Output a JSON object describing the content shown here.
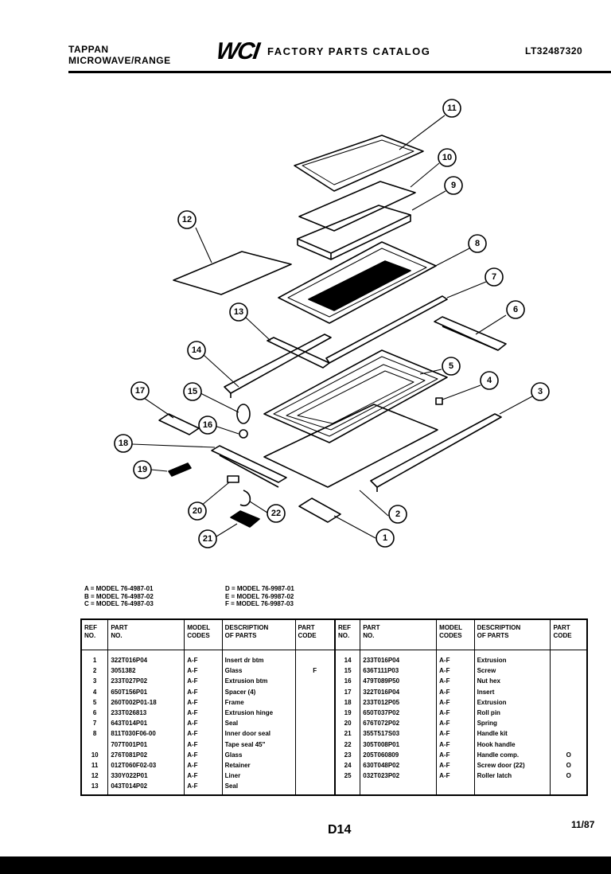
{
  "header": {
    "brand_line1": "TAPPAN",
    "brand_line2": "MICROWAVE/RANGE",
    "logo": "WCI",
    "title": "FACTORY PARTS CATALOG",
    "catalog_code": "LT32487320"
  },
  "callouts": [
    "1",
    "2",
    "3",
    "4",
    "5",
    "6",
    "7",
    "8",
    "9",
    "10",
    "11",
    "12",
    "13",
    "14",
    "15",
    "16",
    "17",
    "18",
    "19",
    "20",
    "21",
    "22"
  ],
  "models": {
    "left": [
      "A = MODEL 76-4987-01",
      "B = MODEL 76-4987-02",
      "C = MODEL 76-4987-03"
    ],
    "right": [
      "D = MODEL 76-9987-01",
      "E = MODEL 76-9987-02",
      "F = MODEL 76-9987-03"
    ]
  },
  "table": {
    "headers": {
      "ref": [
        "REF",
        "NO."
      ],
      "part": [
        "PART",
        "NO."
      ],
      "model": [
        "MODEL",
        "CODES"
      ],
      "desc": [
        "DESCRIPTION",
        "OF PARTS"
      ],
      "code": [
        "PART",
        "CODE"
      ]
    },
    "left": {
      "ref": [
        "1",
        "2",
        "3",
        "4",
        "5",
        "6",
        "7",
        "8",
        "",
        "10",
        "11",
        "12",
        "13"
      ],
      "part": [
        "322T016P04",
        "3051382",
        "233T027P02",
        "650T156P01",
        "260T002P01-18",
        "233T026813",
        "643T014P01",
        "811T030F06-00",
        "707T001P01",
        "276T081P02",
        "012T060F02-03",
        "330Y022P01",
        "043T014P02"
      ],
      "model": [
        "A-F",
        "A-F",
        "A-F",
        "A-F",
        "A-F",
        "A-F",
        "A-F",
        "A-F",
        "A-F",
        "A-F",
        "A-F",
        "A-F",
        "A-F"
      ],
      "desc": [
        "Insert dr btm",
        "Glass",
        "Extrusion btm",
        "Spacer (4)",
        "Frame",
        "Extrusion hinge",
        "Seal",
        "Inner door seal",
        "Tape seal 45\"",
        "Glass",
        "Retainer",
        "Liner",
        "Seal"
      ],
      "code": [
        "",
        "F",
        "",
        "",
        "",
        "",
        "",
        "",
        "",
        "",
        "",
        "",
        ""
      ]
    },
    "right": {
      "ref": [
        "14",
        "15",
        "16",
        "17",
        "18",
        "19",
        "20",
        "21",
        "22",
        "23",
        "24",
        "25"
      ],
      "part": [
        "233T016P04",
        "636T111P03",
        "479T089P50",
        "322T016P04",
        "233T012P05",
        "650T037P02",
        "676T072P02",
        "355T517S03",
        "305T008P01",
        "205T060809",
        "630T048P02",
        "032T023P02"
      ],
      "model": [
        "A-F",
        "A-F",
        "A-F",
        "A-F",
        "A-F",
        "A-F",
        "A-F",
        "A-F",
        "A-F",
        "A-F",
        "A-F",
        "A-F"
      ],
      "desc": [
        "Extrusion",
        "Screw",
        "Nut hex",
        "Insert",
        "Extrusion",
        "Roll pin",
        "Spring",
        "Handle kit",
        "Hook handle",
        "Handle comp.",
        "Screw door (22)",
        "Roller latch"
      ],
      "code": [
        "",
        "",
        "",
        "",
        "",
        "",
        "",
        "",
        "",
        "O",
        "O",
        "O"
      ]
    }
  },
  "footer": {
    "page": "D14",
    "date": "11/87"
  }
}
